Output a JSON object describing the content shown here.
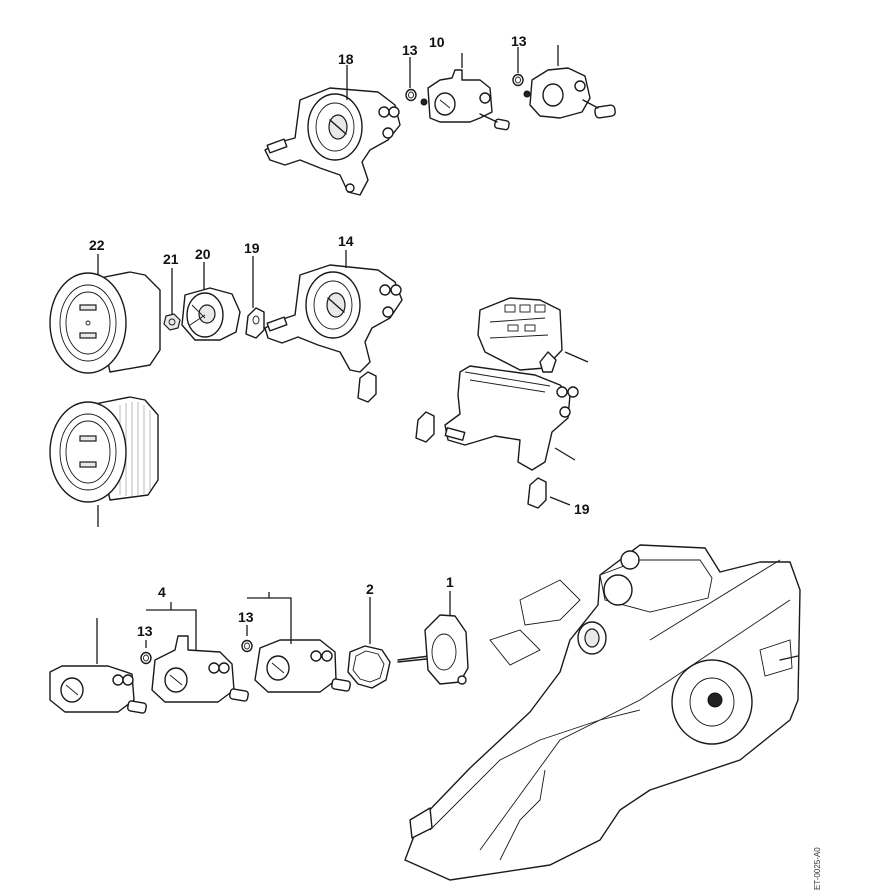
{
  "diagram": {
    "type": "exploded-parts-view",
    "subject": "Chainsaw carburetor and air filter assembly",
    "drawing_code": "ET-0025-A0",
    "callouts": [
      {
        "id": "c18",
        "label": "18",
        "part": "carburetor-with-intake-manifold-top"
      },
      {
        "id": "c13a",
        "label": "13",
        "part": "o-ring-top-left"
      },
      {
        "id": "c10",
        "label": "10",
        "part": "carburetor-top-middle"
      },
      {
        "id": "c13b",
        "label": "13",
        "part": "o-ring-top-right"
      },
      {
        "id": "c22",
        "label": "22",
        "part": "air-filter"
      },
      {
        "id": "c21",
        "label": "21",
        "part": "nut"
      },
      {
        "id": "c20",
        "label": "20",
        "part": "filter-base"
      },
      {
        "id": "c19a",
        "label": "19",
        "part": "rubber-buffer"
      },
      {
        "id": "c14",
        "label": "14",
        "part": "intake-manifold-assembly"
      },
      {
        "id": "c19b",
        "label": "19",
        "part": "rubber-buffer-right"
      },
      {
        "id": "c4",
        "label": "4",
        "part": "carburetor-bottom-middle"
      },
      {
        "id": "c13c",
        "label": "13",
        "part": "o-ring-bottom-left"
      },
      {
        "id": "c13d",
        "label": "13",
        "part": "o-ring-bottom-right"
      },
      {
        "id": "c2",
        "label": "2",
        "part": "gasket"
      },
      {
        "id": "c1",
        "label": "1",
        "part": "throttle-housing"
      }
    ]
  }
}
